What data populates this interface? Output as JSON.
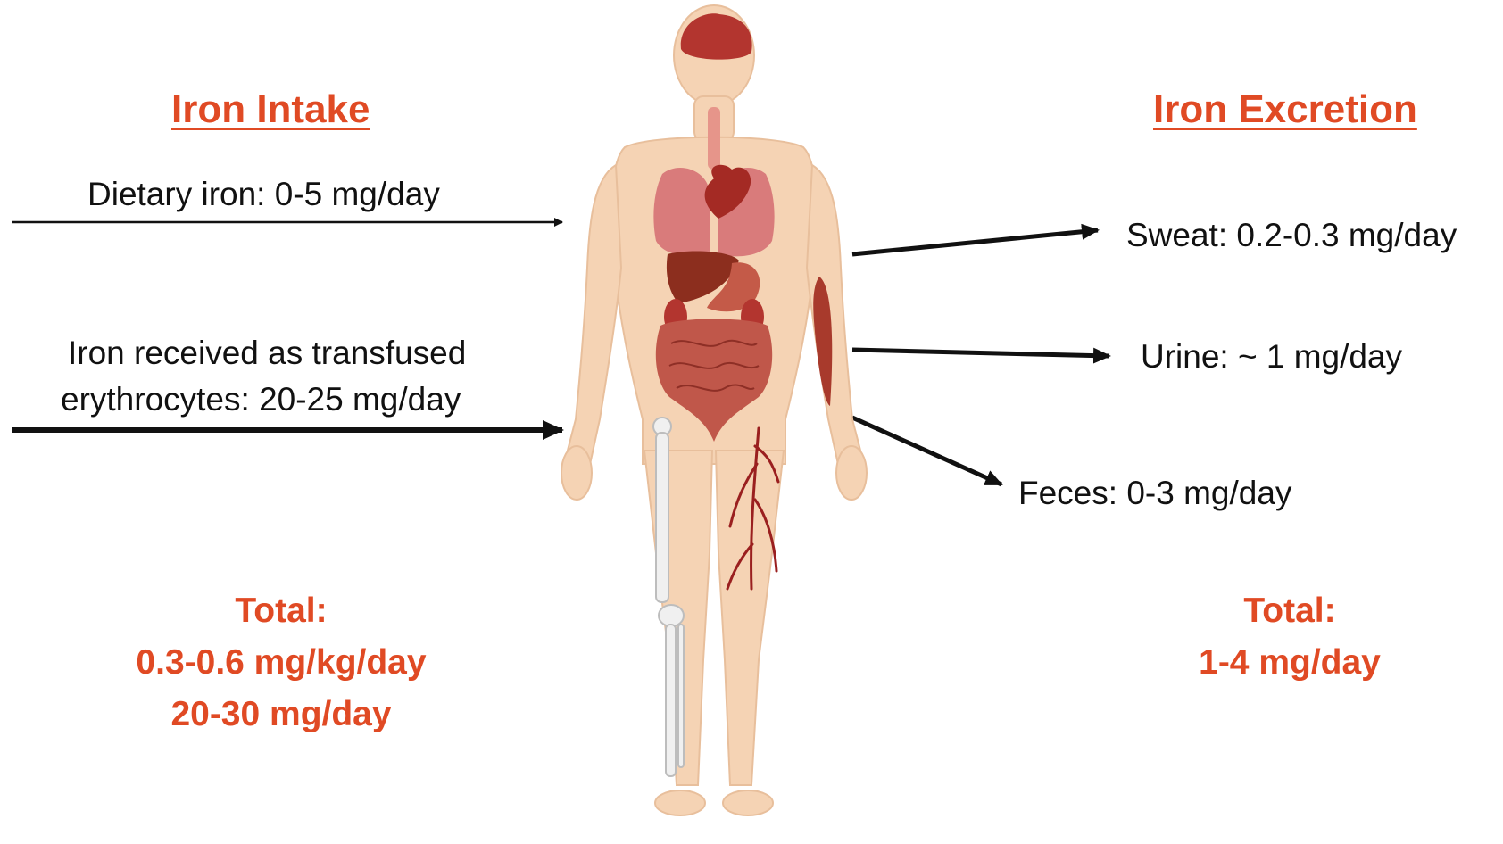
{
  "intake": {
    "heading": "Iron Intake",
    "dietary_label": "Dietary iron: 0-5 mg/day",
    "transfused_line1": "Iron received as transfused",
    "transfused_line2": "erythrocytes: 20-25 mg/day",
    "total_heading": "Total:",
    "total_line1": "0.3-0.6 mg/kg/day",
    "total_line2": "20-30 mg/day"
  },
  "excretion": {
    "heading": "Iron Excretion",
    "sweat_label": "Sweat: 0.2-0.3 mg/day",
    "urine_label": "Urine: ~ 1 mg/day",
    "feces_label": "Feces: 0-3 mg/day",
    "total_heading": "Total:",
    "total_line1": "1-4 mg/day"
  },
  "colors": {
    "accent": "#e04a24",
    "text": "#111111",
    "skin": "#f5d3b4",
    "organ_red": "#b3352f",
    "organ_pink": "#d97b7b",
    "bone": "#eeeeee"
  }
}
